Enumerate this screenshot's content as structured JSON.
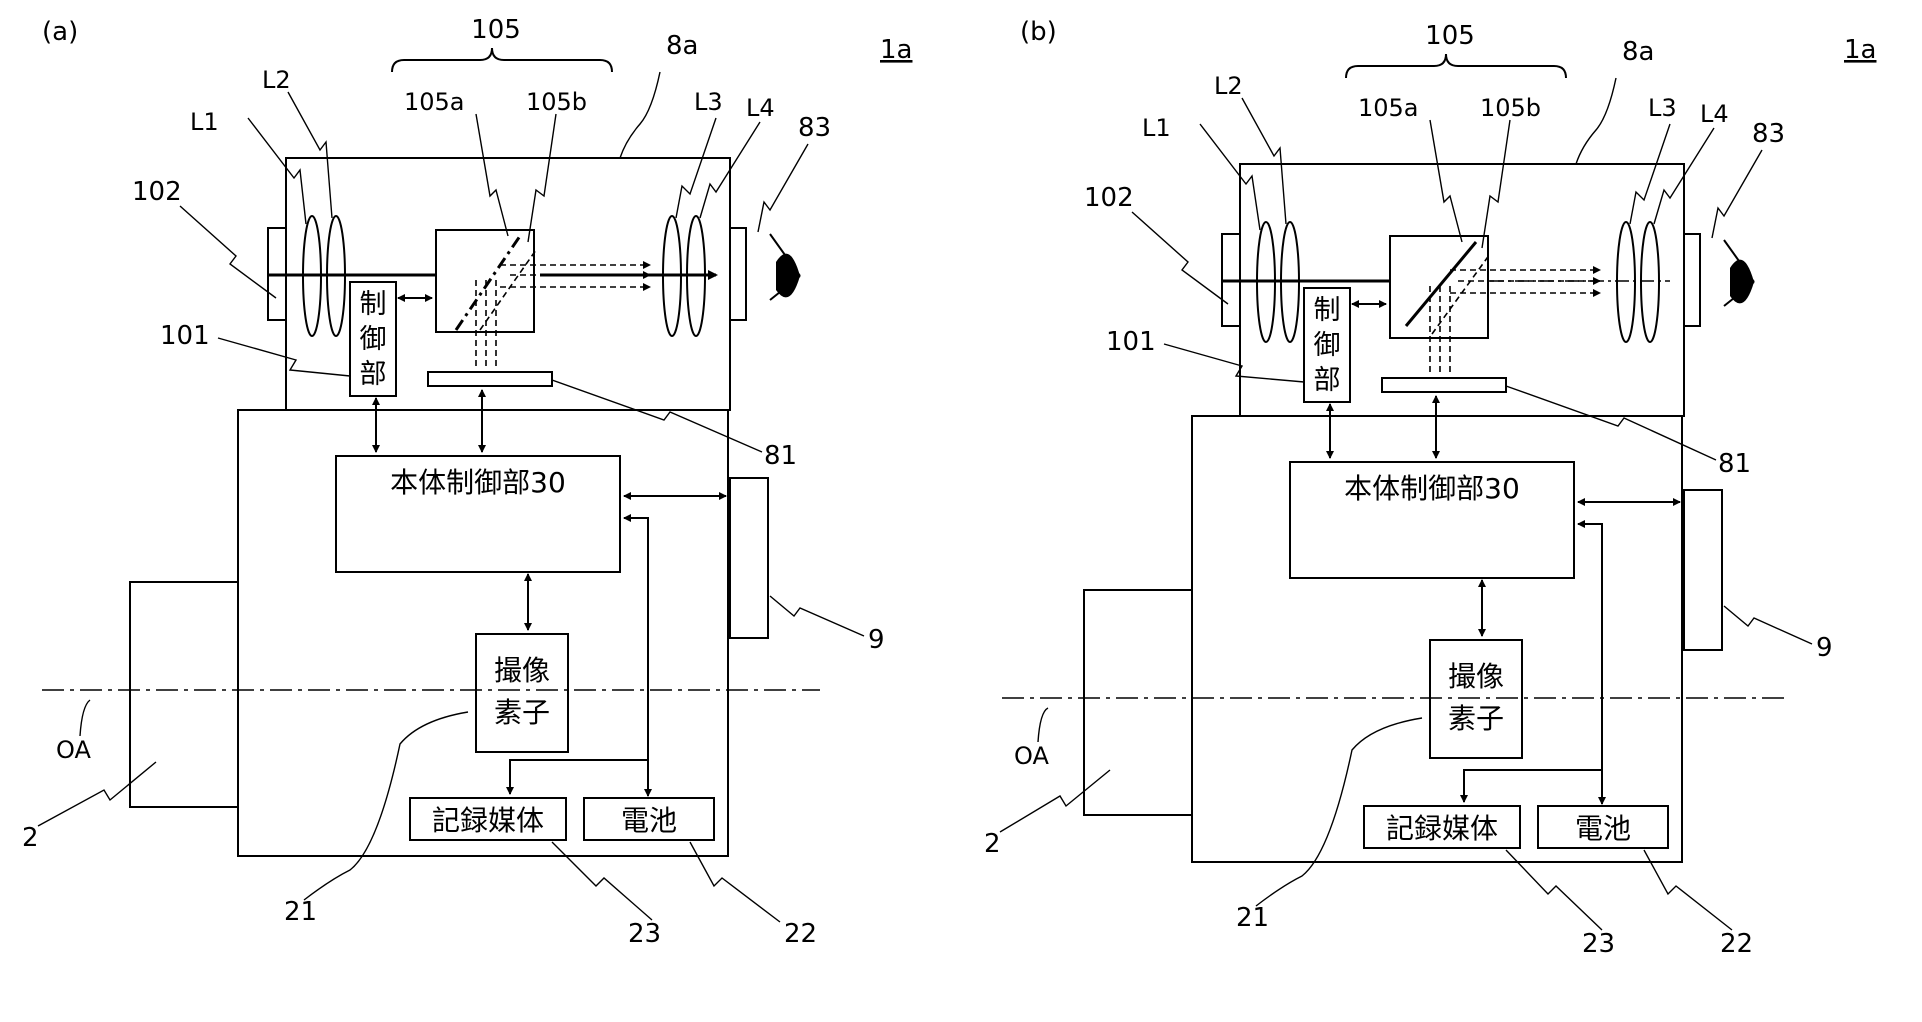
{
  "panels": [
    {
      "id": "a",
      "tag": "(a)",
      "fig_ref": "1a",
      "labels": {
        "brace": "105",
        "half_mirror_a": "105a",
        "half_mirror_b": "105b",
        "finder": "8a",
        "lens1": "L1",
        "lens2": "L2",
        "lens3": "L3",
        "lens4": "L4",
        "eyepiece": "83",
        "window": "102",
        "controller_ref": "101",
        "sensor_plate": "81",
        "monitor": "9",
        "axis": "OA",
        "lens_unit": "2",
        "sensor_ref": "21",
        "media_ref": "23",
        "battery_ref": "22"
      },
      "controller_text": [
        "制",
        "御",
        "部"
      ],
      "main_control": "本体制御部30",
      "image_sensor": [
        "撮像",
        "素子"
      ],
      "recording_media": "記録媒体",
      "battery": "電池"
    },
    {
      "id": "b",
      "tag": "(b)",
      "fig_ref": "1a",
      "labels": {
        "brace": "105",
        "half_mirror_a": "105a",
        "half_mirror_b": "105b",
        "finder": "8a",
        "lens1": "L1",
        "lens2": "L2",
        "lens3": "L3",
        "lens4": "L4",
        "eyepiece": "83",
        "window": "102",
        "controller_ref": "101",
        "sensor_plate": "81",
        "monitor": "9",
        "axis": "OA",
        "lens_unit": "2",
        "sensor_ref": "21",
        "media_ref": "23",
        "battery_ref": "22"
      },
      "controller_text": [
        "制",
        "御",
        "部"
      ],
      "main_control": "本体制御部30",
      "image_sensor": [
        "撮像",
        "素子"
      ],
      "recording_media": "記録媒体",
      "battery": "電池"
    }
  ]
}
